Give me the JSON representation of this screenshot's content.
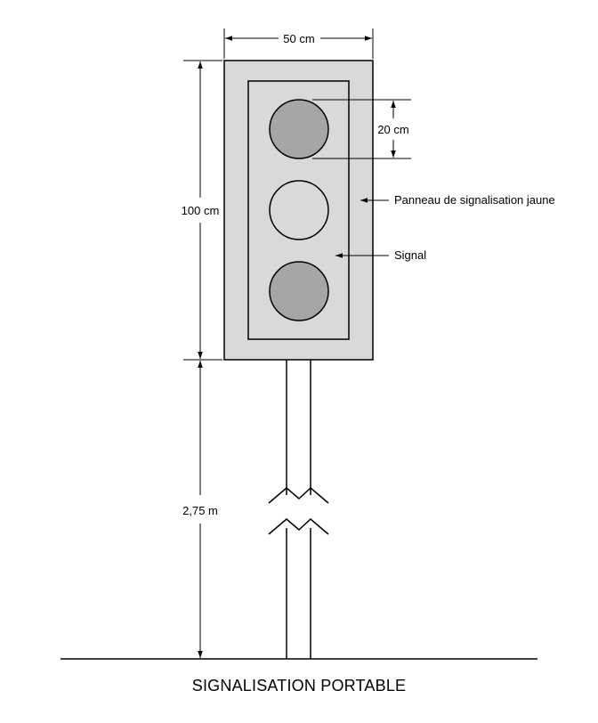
{
  "dimensions": {
    "width": "50 cm",
    "height": "100 cm",
    "lens_diameter": "20 cm",
    "pole_height": "2,75 m"
  },
  "callouts": {
    "panel": "Panneau de signalisation jaune",
    "signal": "Signal"
  },
  "title": "SIGNALISATION PORTABLE",
  "colors": {
    "panel_fill": "#d9d9d9",
    "lens_dark": "#a6a6a6",
    "lens_light": "#d9d9d9",
    "stroke": "#000000"
  }
}
